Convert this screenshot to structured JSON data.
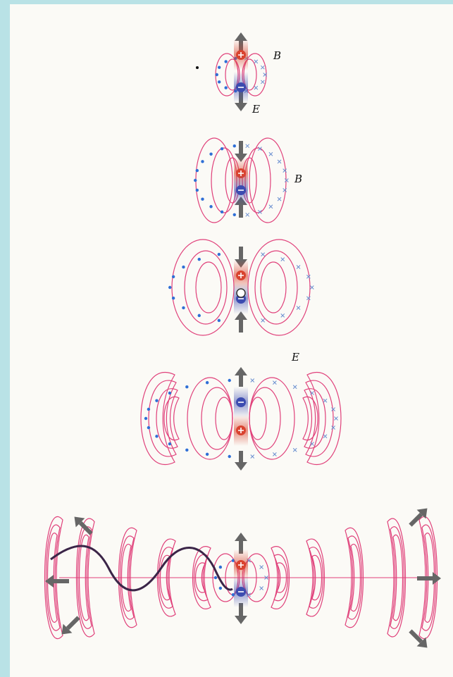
{
  "labels": {
    "b_top": "B",
    "e_top": "E",
    "b_second": "B",
    "e_fourth": "E"
  },
  "colors": {
    "background": "#b9e2e6",
    "page": "#fbfaf6",
    "field_line": "#e0407a",
    "positive_charge": "#d9432f",
    "negative_charge": "#3c4cb0",
    "dot": "#2f6fd6",
    "cross": "#6a8fd0",
    "arrow": "#666666",
    "wave": "#3b2548"
  },
  "icons": {
    "positive_charge": "plus-sign-charge",
    "negative_charge": "minus-sign-charge",
    "field_into_page": "cross-mark",
    "field_out_of_page": "dot-mark"
  }
}
